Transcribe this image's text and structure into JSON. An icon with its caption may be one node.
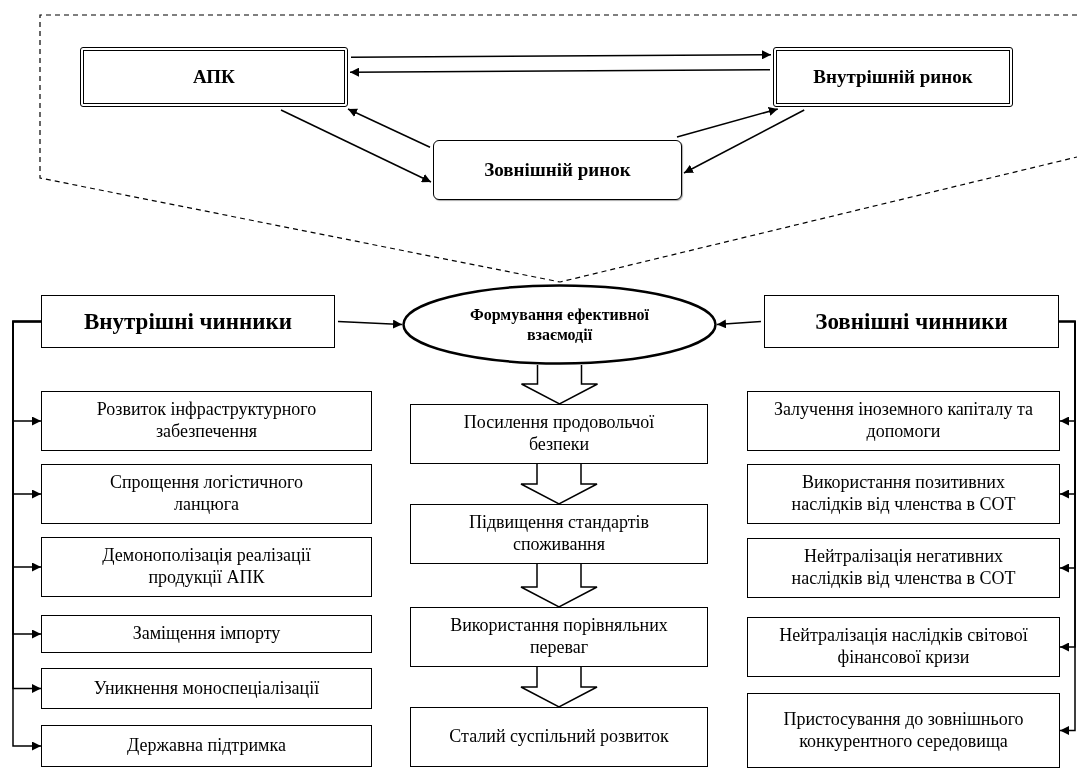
{
  "diagram": {
    "nodes": [
      {
        "text": [
          "АПК"
        ]
      },
      {
        "text": [
          "Внутрішній ринок"
        ]
      },
      {
        "text": [
          "Зовнішній ринок"
        ]
      },
      {
        "text": [
          "Внутрішні чинники"
        ]
      },
      {
        "text": [
          "Формування ефективної взаємодії"
        ]
      },
      {
        "text": [
          "Зовнішні чинники"
        ]
      },
      {
        "text": [
          "Розвиток інфраструктурного забезпечення"
        ]
      },
      {
        "text": [
          "Спрощення логістичного ланцюга"
        ]
      },
      {
        "text": [
          "Демонополізація реалізації продукції АПК"
        ]
      },
      {
        "text": [
          "Заміщення імпорту"
        ]
      },
      {
        "text": [
          "Уникнення моноспеціалізації"
        ]
      },
      {
        "text": [
          "Державна підтримка"
        ]
      },
      {
        "text": [
          "Посилення продовольчої безпеки"
        ]
      },
      {
        "text": [
          "Підвищення стандартів споживання"
        ]
      },
      {
        "text": [
          "Використання порівняльних переваг"
        ]
      },
      {
        "text": [
          "Сталий суспільний розвиток"
        ]
      },
      {
        "text": [
          "Залучення іноземного капіталу та допомоги"
        ]
      },
      {
        "text": [
          "Використання позитивних наслідків від членства в СОТ"
        ]
      },
      {
        "text": [
          "Нейтралізація негативних наслідків від членства в СОТ"
        ]
      },
      {
        "text": [
          "Нейтралізація наслідків світової фінансової кризи"
        ]
      },
      {
        "text": [
          "Пристосування до зовнішнього конкурентного середовища"
        ]
      }
    ],
    "edges": [
      {
        "from": 0,
        "to": 1,
        "arrow": "to"
      },
      {
        "from": 1,
        "to": 0,
        "arrow": "to"
      },
      {
        "from": 0,
        "to": 2,
        "arrow": "to"
      },
      {
        "from": 2,
        "to": 0,
        "arrow": "to"
      },
      {
        "from": 2,
        "to": 1,
        "arrow": "to"
      },
      {
        "from": 1,
        "to": 2,
        "arrow": "to"
      },
      {
        "from": 3,
        "to": 4,
        "arrow": "to"
      },
      {
        "from": 5,
        "to": 4,
        "arrow": "to"
      },
      {
        "from": 4,
        "to": 12,
        "arrow": "to",
        "style": "thick"
      },
      {
        "from": 12,
        "to": 13,
        "arrow": "to",
        "style": "thick"
      },
      {
        "from": 13,
        "to": 14,
        "arrow": "to",
        "style": "thick"
      },
      {
        "from": 14,
        "to": 15,
        "arrow": "to",
        "style": "thick"
      },
      {
        "from": 3,
        "to": 6,
        "arrow": "to"
      },
      {
        "from": 3,
        "to": 7,
        "arrow": "to"
      },
      {
        "from": 3,
        "to": 8,
        "arrow": "to"
      },
      {
        "from": 3,
        "to": 9,
        "arrow": "to"
      },
      {
        "from": 3,
        "to": 10,
        "arrow": "to"
      },
      {
        "from": 3,
        "to": 11,
        "arrow": "to"
      },
      {
        "from": 5,
        "to": 16,
        "arrow": "to"
      },
      {
        "from": 5,
        "to": 17,
        "arrow": "to"
      },
      {
        "from": 5,
        "to": 18,
        "arrow": "to"
      },
      {
        "from": 5,
        "to": 19,
        "arrow": "to"
      },
      {
        "from": 5,
        "to": 20,
        "arrow": "to"
      }
    ]
  }
}
